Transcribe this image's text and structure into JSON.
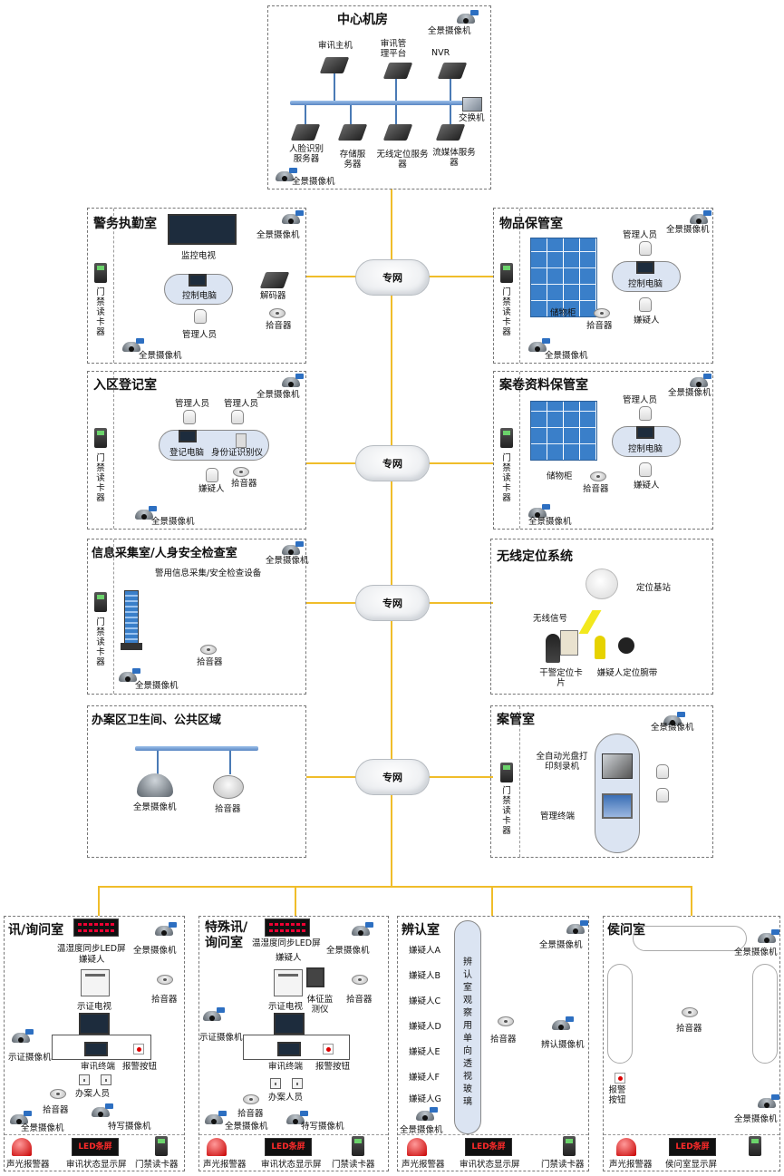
{
  "center": {
    "title": "中心机房",
    "camera1": "全景摄像机",
    "camera2": "全景摄像机",
    "host": "审讯主机",
    "mgmt": "审讯管理平台",
    "nvr": "NVR",
    "switch": "交换机",
    "face": "人脸识别服务器",
    "storage": "存储服务器",
    "wifi": "无线定位服务器",
    "stream": "流媒体服务器"
  },
  "network_label": "专网",
  "duty": {
    "title": "警务执勤室",
    "tv": "监控电视",
    "pc": "控制电脑",
    "decoder": "解码器",
    "mic": "拾音器",
    "staff": "管理人员",
    "camera1": "全景摄像机",
    "camera2": "全景摄像机",
    "card": "门禁读卡器"
  },
  "goods": {
    "title": "物品保管室",
    "cabinet": "储物柜",
    "staff": "管理人员",
    "pc": "控制电脑",
    "suspect": "嫌疑人",
    "mic": "拾音器",
    "camera1": "全景摄像机",
    "camera2": "全景摄像机",
    "card": "门禁读卡器"
  },
  "register": {
    "title": "入区登记室",
    "staff1": "管理人员",
    "staff2": "管理人员",
    "pc": "登记电脑",
    "id": "身份证识别仪",
    "suspect": "嫌疑人",
    "mic": "拾音器",
    "camera1": "全景摄像机",
    "camera2": "全景摄像机",
    "card": "门禁读卡器"
  },
  "archive": {
    "title": "案卷资料保管室",
    "cabinet": "储物柜",
    "staff": "管理人员",
    "pc": "控制电脑",
    "suspect": "嫌疑人",
    "mic": "拾音器",
    "camera1": "全景摄像机",
    "camera2": "全景摄像机",
    "card": "门禁读卡器"
  },
  "info": {
    "title": "信息采集室/人身安全检查室",
    "device": "警用信息采集/安全检查设备",
    "mic": "拾音器",
    "camera1": "全景摄像机",
    "camera2": "全景摄像机",
    "card": "门禁读卡器"
  },
  "wireless": {
    "title": "无线定位系统",
    "base": "定位基站",
    "signal": "无线信号",
    "card": "干警定位卡片",
    "band": "嫌疑人定位腕带"
  },
  "toilet": {
    "title": "办案区卫生间、公共区域",
    "camera": "全景摄像机",
    "mic": "拾音器"
  },
  "case": {
    "title": "案管室",
    "camera": "全景摄像机",
    "burner": "全自动光盘打印刻录机",
    "terminal": "管理终端",
    "card": "门禁读卡器"
  },
  "interrogation": {
    "title": "讯/询问室",
    "led": "温湿度同步LED屏",
    "camera1": "全景摄像机",
    "suspect": "嫌疑人",
    "mic": "拾音器",
    "tv": "示证电视",
    "evcam": "示证摄像机",
    "terminal": "审讯终端",
    "alarmbtn": "报警按钮",
    "staff": "办案人员",
    "mic2": "拾音器",
    "camera2": "全景摄像机",
    "closeup": "特写摄像机",
    "siren": "声光报警器",
    "status": "审讯状态显示屏",
    "card": "门禁读卡器",
    "ledtext": "LED条屏"
  },
  "special": {
    "title": "特殊讯/询问室",
    "led": "温湿度同步LED屏",
    "camera1": "全景摄像机",
    "suspect": "嫌疑人",
    "mic": "拾音器",
    "tv": "示证电视",
    "vital": "体征监测仪",
    "evcam": "示证摄像机",
    "terminal": "审讯终端",
    "alarmbtn": "报警按钮",
    "staff": "办案人员",
    "mic2": "拾音器",
    "camera2": "全景摄像机",
    "closeup": "特写摄像机",
    "siren": "声光报警器",
    "status": "审讯状态显示屏",
    "card": "门禁读卡器",
    "ledtext": "LED条屏"
  },
  "identify": {
    "title": "辨认室",
    "camera1": "全景摄像机",
    "suspects": [
      "嫌疑人A",
      "嫌疑人B",
      "嫌疑人C",
      "嫌疑人D",
      "嫌疑人E",
      "嫌疑人F",
      "嫌疑人G"
    ],
    "glass": "辨认室观察用单向透视玻璃",
    "mic": "拾音器",
    "idcam": "辨认摄像机",
    "camera2": "全景摄像机",
    "siren": "声光报警器",
    "status": "审讯状态显示屏",
    "card": "门禁读卡器",
    "ledtext": "LED条屏"
  },
  "waiting": {
    "title": "侯问室",
    "camera1": "全景摄像机",
    "mic": "拾音器",
    "alarmbtn": "报警按钮",
    "camera2": "全景摄像机",
    "siren": "声光报警器",
    "status": "侯问室显示屏",
    "ledtext": "LED条屏"
  }
}
